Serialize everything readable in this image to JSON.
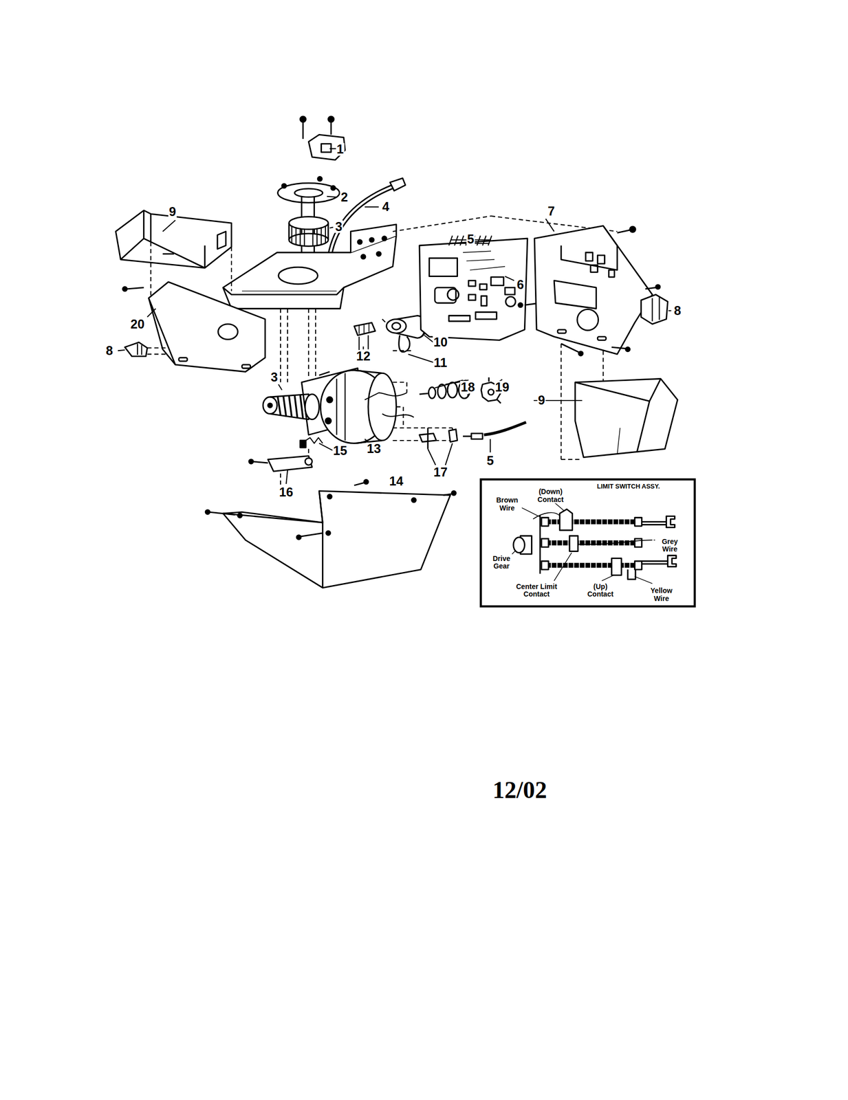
{
  "diagram": {
    "nodes": [
      {
        "text": [
          "LIMIT SWITCH ASSY.",
          "Brown Wire",
          "(Down) Contact",
          "Drive Gear",
          "Center Limit Contact",
          "(Up) Contact",
          "Grey Wire",
          "Yellow Wire"
        ]
      }
    ],
    "labels": [
      "1",
      "2",
      "4",
      "3",
      "5",
      "9",
      "7",
      "6",
      "20",
      "8",
      "8",
      "12",
      "10",
      "11",
      "18",
      "19",
      "3",
      "15",
      "13",
      "9",
      "5",
      "17",
      "16",
      "14",
      "12/02"
    ]
  }
}
